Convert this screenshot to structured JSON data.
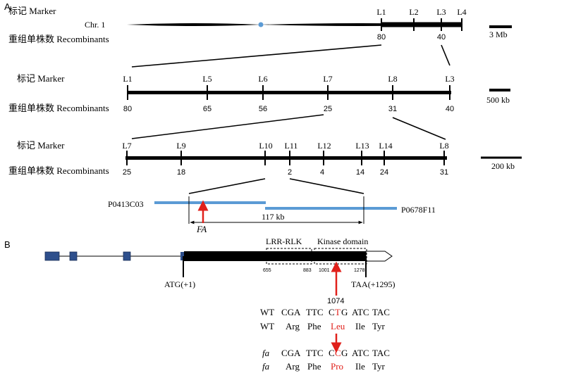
{
  "panel_a": {
    "label": "A",
    "marker_label": "标记  Marker",
    "recomb_label": "重组单株数 Recombinants",
    "chromosome": "Chr. 1",
    "row1": {
      "markers": [
        "L1",
        "L2",
        "L3",
        "L4"
      ],
      "recombinants": [
        "80",
        "40"
      ],
      "scale": "3 Mb"
    },
    "row2": {
      "markers": [
        "L1",
        "L5",
        "L6",
        "L7",
        "L8",
        "L3"
      ],
      "recombinants": [
        "80",
        "65",
        "56",
        "25",
        "31",
        "40"
      ],
      "scale": "500 kb"
    },
    "row3": {
      "markers": [
        "L7",
        "L9",
        "L10",
        "L11",
        "L12",
        "L13",
        "L14",
        "L8"
      ],
      "recombinants": [
        "25",
        "18",
        "2",
        "4",
        "14",
        "24",
        "31"
      ],
      "scale": "200 kb"
    },
    "clones": {
      "left": "P0413C03",
      "right": "P0678F11",
      "interval": "117 kb",
      "gene": "FA"
    }
  },
  "panel_b": {
    "label": "B",
    "domains": {
      "lrr": "LRR-RLK",
      "kinase": "Kinase domain",
      "lrr_start": "655",
      "lrr_end": "883",
      "kin_start": "1001",
      "kin_end": "1278"
    },
    "start_codon": "ATG(+1)",
    "stop_codon": "TAA(+1295)",
    "mutation_pos": "1074",
    "wt_label": "WT",
    "fa_label": "fa",
    "codons_pre": [
      "CGA",
      "TTC"
    ],
    "codons_post": [
      "ATC",
      "TAC"
    ],
    "wt_codon": {
      "pre": "C",
      "mut": "T",
      "post": "G"
    },
    "fa_codon": {
      "pre": "C",
      "mut": "C",
      "post": "G"
    },
    "aa_pre": [
      "Arg",
      "Phe"
    ],
    "aa_post": [
      "Ile",
      "Tyr"
    ],
    "wt_aa": "Leu",
    "fa_aa": "Pro",
    "colors": {
      "exon": "#2e4f8c",
      "clone": "#5b9bd5",
      "mutation": "#e0201b"
    }
  }
}
